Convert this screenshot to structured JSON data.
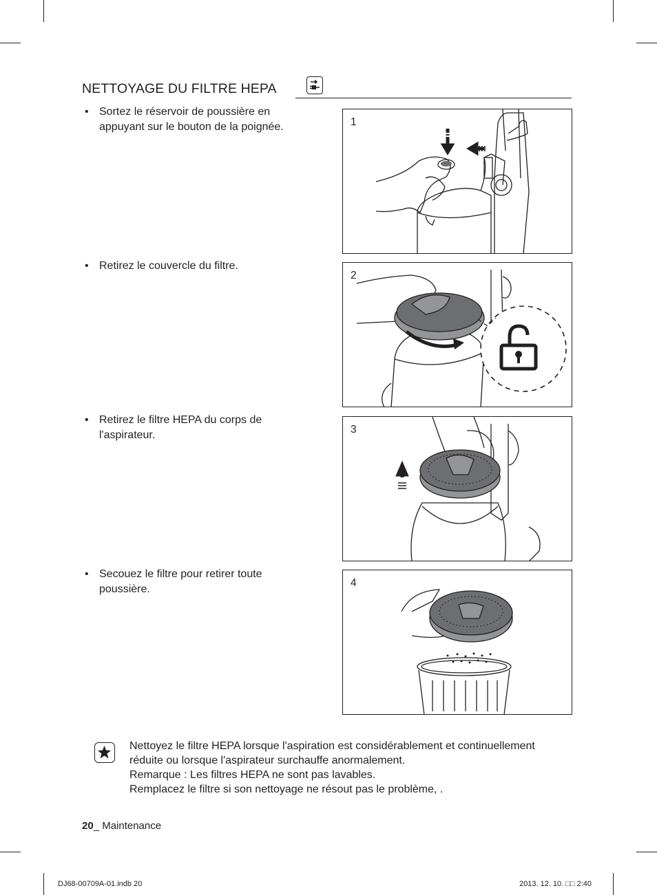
{
  "header": {
    "title": "NETTOYAGE DU FILTRE HEPA",
    "icon": "unplug-icon"
  },
  "steps": [
    {
      "bullet": "•",
      "text": "Sortez le réservoir de poussière en appuyant sur le bouton de la poignée.",
      "panel_number": "1"
    },
    {
      "bullet": "•",
      "text": "Retirez le couvercle du filtre.",
      "panel_number": "2"
    },
    {
      "bullet": "•",
      "text": "Retirez le filtre HEPA du corps de l'aspirateur.",
      "panel_number": "3"
    },
    {
      "bullet": "•",
      "text": "Secouez le filtre pour retirer toute poussière.",
      "panel_number": "4"
    }
  ],
  "note": {
    "icon": "star-note-icon",
    "lines": [
      "Nettoyez le filtre HEPA lorsque l'aspiration est considérablement et continuellement",
      "réduite ou lorsque l'aspirateur surchauffe anormalement.",
      "Remarque : Les filtres HEPA ne sont pas lavables.",
      "Remplacez le filtre si son nettoyage ne résout pas le problème, ."
    ]
  },
  "footer": {
    "page_number": "20",
    "section": "_ Maintenance"
  },
  "slug": {
    "file": "DJ68-00709A-01.indb   20",
    "date": "2013. 12. 10.   ",
    "time_glyphs": "□□",
    "time": " 2:40"
  },
  "colors": {
    "ink": "#231f20",
    "filter_dark": "#6d6e71",
    "filter_mid": "#939598",
    "background": "#ffffff"
  }
}
